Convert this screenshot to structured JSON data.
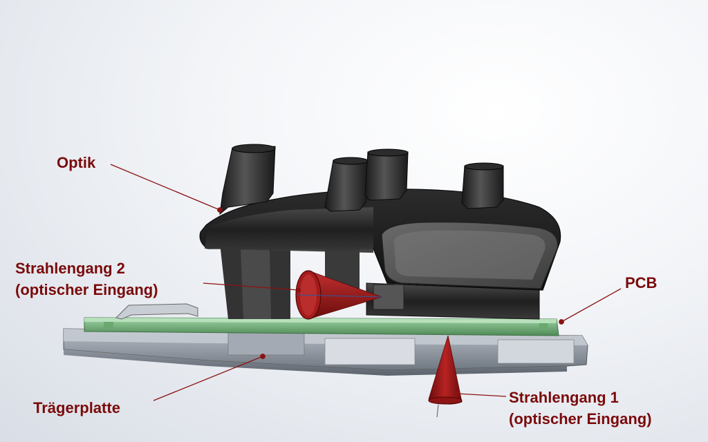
{
  "colors": {
    "label": "#7a0a0a",
    "leader": "#8b1212",
    "beam": "#a11a1a",
    "housing": "#2a2a2a",
    "pcb": "#7fbf86",
    "plate": "#9aa2ad"
  },
  "labels": {
    "optik": "Optik",
    "pcb": "PCB",
    "traegerplatte": "Trägerplatte",
    "strahlengang2": {
      "line1": "Strahlengang 2",
      "line2": "(optischer Eingang)"
    },
    "strahlengang1": {
      "line1": "Strahlengang 1",
      "line2": "(optischer Eingang)"
    }
  }
}
